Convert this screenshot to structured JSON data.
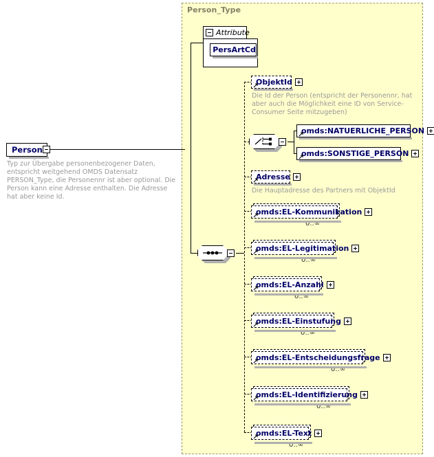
{
  "diagram": {
    "kind": "xsd-schema-diagram",
    "root_element": {
      "name": "Person",
      "expander": "minus-icon",
      "documentation": "Typ zur Übergabe personenbezogener Daten, entspricht weitgehend OMDS Datensatz PERSON_Type, die Personennr ist aber optional. Die Person kann eine Adresse enthalten. Die Adresse hat aber keine Id."
    },
    "type_panel": {
      "title": "Person_Type",
      "background": "#ffffcc",
      "border_color": "#999966"
    },
    "attribute_group": {
      "header_label": "Attribute",
      "header_expander": "minus-icon",
      "attributes": [
        {
          "name": "PersArtCd"
        }
      ]
    },
    "compositors": [
      {
        "id": "choice",
        "type": "choice",
        "icon": "choice-octagon-icon",
        "expander": "minus-icon"
      },
      {
        "id": "sequence",
        "type": "sequence",
        "icon": "sequence-octagon-icon",
        "expander": "minus-icon"
      }
    ],
    "nodes": [
      {
        "id": "objektid",
        "label": "ObjektId",
        "style": "dashed",
        "optional": true,
        "repeating": false,
        "expander": "plus-icon",
        "cardinality": "",
        "documentation": "Die Id der Person (entspricht der Personennr, hat aber auch die Möglichkeit eine ID von Service-Consumer Seite mitzugeben)"
      },
      {
        "id": "natuerliche-person",
        "label": "omds:NATUERLICHE_PERSON",
        "style": "solid",
        "optional": false,
        "repeating": false,
        "expander": "plus-icon",
        "cardinality": "",
        "documentation": ""
      },
      {
        "id": "sonstige-person",
        "label": "omds:SONSTIGE_PERSON",
        "style": "solid",
        "optional": false,
        "repeating": false,
        "expander": "plus-icon",
        "cardinality": "",
        "documentation": ""
      },
      {
        "id": "adresse",
        "label": "Adresse",
        "style": "dashed",
        "optional": true,
        "repeating": false,
        "expander": "plus-icon",
        "cardinality": "",
        "documentation": "Die Hauptadresse des Partners mit ObjektId"
      },
      {
        "id": "el-kommunikation",
        "label": "omds:EL-Kommunikation",
        "style": "dashed",
        "optional": true,
        "repeating": true,
        "expander": "plus-icon",
        "cardinality": "0..∞",
        "documentation": ""
      },
      {
        "id": "el-legitimation",
        "label": "omds:EL-Legitimation",
        "style": "dashed",
        "optional": true,
        "repeating": true,
        "expander": "plus-icon",
        "cardinality": "0..∞",
        "documentation": ""
      },
      {
        "id": "el-anzahl",
        "label": "omds:EL-Anzahl",
        "style": "dashed",
        "optional": true,
        "repeating": true,
        "expander": "plus-icon",
        "cardinality": "0..∞",
        "documentation": ""
      },
      {
        "id": "el-einstufung",
        "label": "omds:EL-Einstufung",
        "style": "dashed",
        "optional": true,
        "repeating": true,
        "expander": "plus-icon",
        "cardinality": "0..∞",
        "documentation": ""
      },
      {
        "id": "el-entscheidungsfrage",
        "label": "omds:EL-Entscheidungsfrage",
        "style": "dashed",
        "optional": true,
        "repeating": true,
        "expander": "plus-icon",
        "cardinality": "0..∞",
        "documentation": ""
      },
      {
        "id": "el-identifizierung",
        "label": "omds:EL-Identifizierung",
        "style": "dashed",
        "optional": true,
        "repeating": true,
        "expander": "plus-icon",
        "cardinality": "0..∞",
        "documentation": ""
      },
      {
        "id": "el-text",
        "label": "omds:EL-Text",
        "style": "dashed",
        "optional": true,
        "repeating": true,
        "expander": "plus-icon",
        "cardinality": "0..∞",
        "documentation": ""
      }
    ]
  }
}
